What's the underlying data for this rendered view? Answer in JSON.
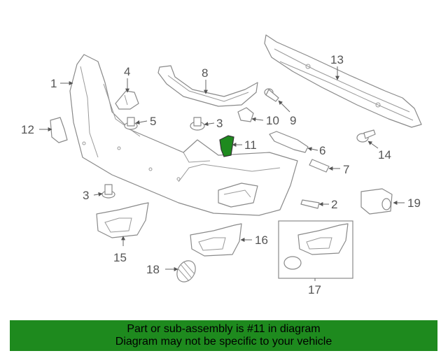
{
  "callouts": [
    "1",
    "2",
    "3",
    "3",
    "4",
    "5",
    "6",
    "7",
    "8",
    "9",
    "10",
    "11",
    "12",
    "13",
    "14",
    "15",
    "16",
    "17",
    "18",
    "19"
  ],
  "highlighted_part": "11",
  "colors": {
    "highlight": "#1e8a1e",
    "banner": "#1e8a1e",
    "line_art": "#8a8a8a",
    "label_text": "#555555"
  },
  "banner": {
    "line1": "Part or sub-assembly is #11 in diagram",
    "line2": "Diagram may not be specific to your vehicle"
  }
}
